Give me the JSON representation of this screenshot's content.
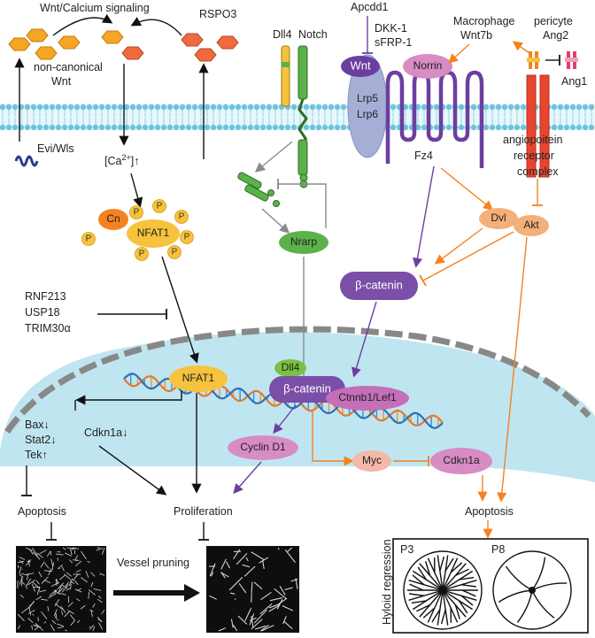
{
  "top": {
    "title": "Wnt/Calcium signaling",
    "noncanonical": [
      "non-canonical",
      "Wnt"
    ],
    "rspo3": "RSPO3",
    "evi": "Evi/Wls",
    "ca": "[Ca2+]↑"
  },
  "nfat": {
    "cn": "Cn",
    "nfat1": "NFAT1",
    "p": "P",
    "inhibitors": [
      "RNF213",
      "USP18",
      "TRIM30α"
    ],
    "nuclear": "NFAT1",
    "targets_left": [
      "Bax↓",
      "Stat2↓",
      "Tek↑"
    ],
    "cdkn1a": "Cdkn1a↓"
  },
  "notch": {
    "dll4": "Dll4",
    "notch": "Notch",
    "nrarp": "Nrarp",
    "dll4_nuclear": "Dll4"
  },
  "wnt": {
    "apcdd1": "Apcdd1",
    "dkk": [
      "DKK-1",
      "sFRP-1"
    ],
    "wnt": "Wnt",
    "norrin": "Norrin",
    "lrp": [
      "Lrp5",
      "Lrp6"
    ],
    "fz4": "Fz4",
    "dvl": "Dvl",
    "bcat": "β-catenin",
    "bcat_nuc": "β-catenin",
    "ctnnb1": "Ctnnb1/Lef1",
    "cyclin": "Cyclin D1",
    "myc": "Myc",
    "cdkn1a": "Cdkn1a"
  },
  "ang": {
    "macrophage": [
      "Macrophage",
      "Wnt7b"
    ],
    "pericyte": [
      "pericyte",
      "Ang2"
    ],
    "ang1": "Ang1",
    "receptor": [
      "angiopoitein",
      "receptor",
      "complex"
    ],
    "akt": "Akt"
  },
  "outcomes": {
    "apoptosis_left": "Apoptosis",
    "proliferation": "Proliferation",
    "apoptosis_right": "Apoptosis",
    "vessel_pruning": "Vessel pruning",
    "hyaloid": "Hyloid regression",
    "p3": "P3",
    "p8": "P8"
  },
  "colors": {
    "orange": "#f58220",
    "purple": "#6b3fa0",
    "gray": "#8a8a8a",
    "membrane": "#8fd3e8",
    "nucleus": "#bfe6f0",
    "yellow": "#f7c23c",
    "green": "#5bb14a",
    "pink": "#d88cc4"
  }
}
